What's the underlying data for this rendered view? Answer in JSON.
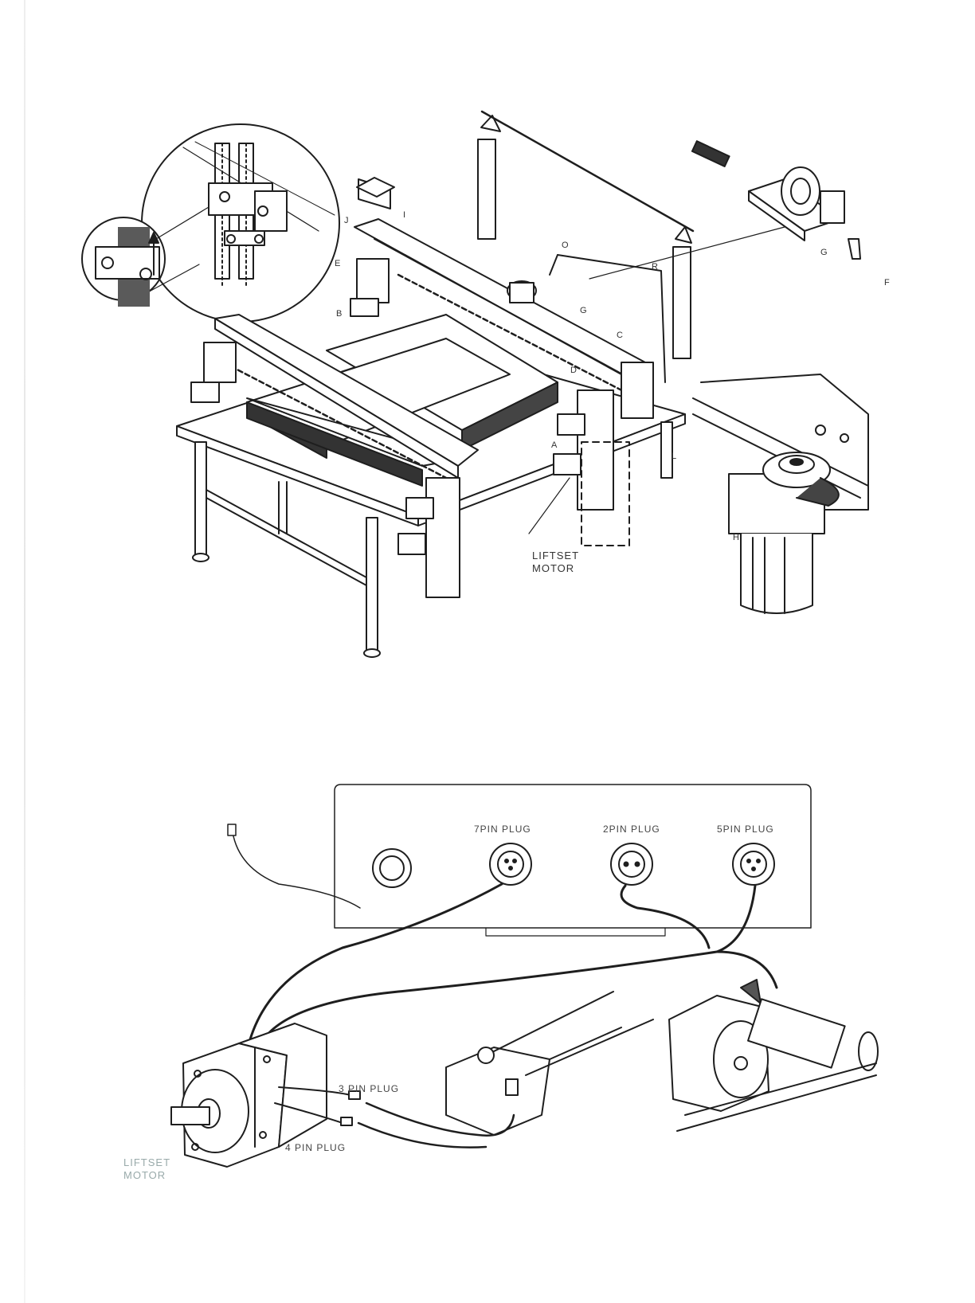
{
  "top_diagram": {
    "callouts": {
      "a": "A",
      "b": "B",
      "c": "C",
      "d": "D",
      "e": "E",
      "f": "F",
      "g1": "G",
      "g2": "G",
      "h": "H",
      "i": "I",
      "j": "J",
      "l": "L",
      "o": "O",
      "r": "R"
    },
    "motor_caption_line1": "LIFTSET",
    "motor_caption_line2": "MOTOR"
  },
  "bottom_diagram": {
    "panel_labels": {
      "plug7": "7PIN PLUG",
      "plug2": "2PIN PLUG",
      "plug5": "5PIN PLUG"
    },
    "plug3_label": "3 PIN PLUG",
    "plug4_label": "4 PIN PLUG",
    "motor_caption_line1": "LIFTSET",
    "motor_caption_line2": "MOTOR"
  },
  "colors": {
    "ink": "#1e1e1e",
    "paper": "#ffffff",
    "faint_ink": "#9aa3a8"
  }
}
